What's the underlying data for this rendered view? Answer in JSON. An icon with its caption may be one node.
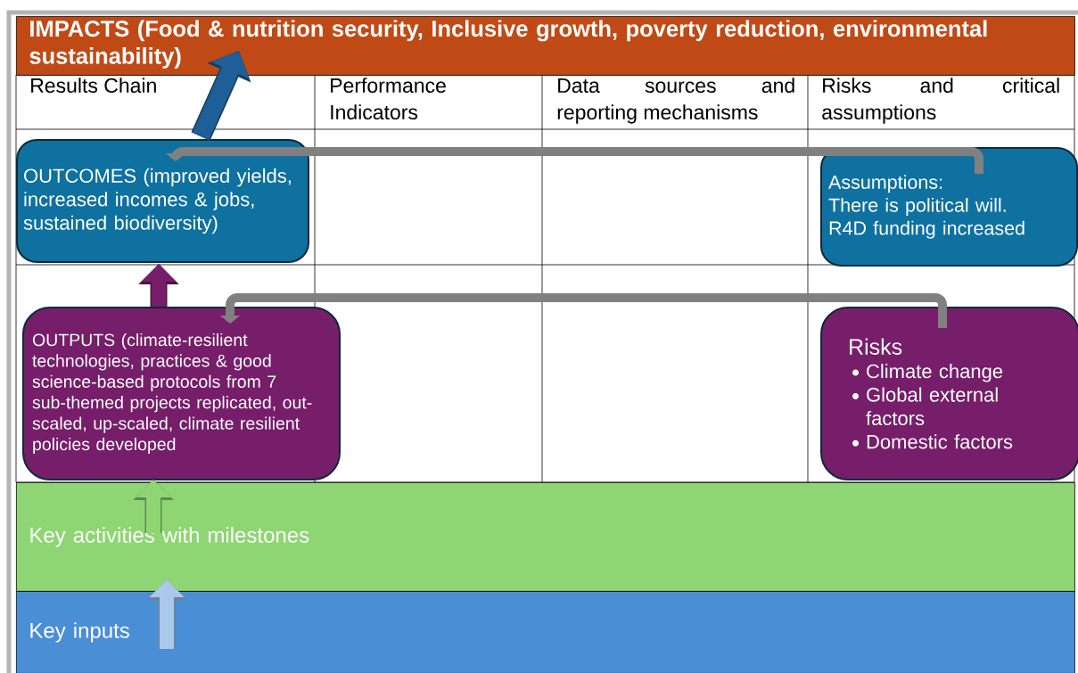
{
  "diagram": {
    "nodes": [
      {
        "text": [
          "IMPACTS (Food & nutrition security, Inclusive growth, poverty reduction, environmental sustainability)"
        ]
      },
      {
        "text": [
          "OUTCOMES (improved yields, increased incomes & jobs, sustained biodiversity)"
        ]
      },
      {
        "text": [
          "Assumptions:",
          "There is political will.",
          "R4D funding  increased"
        ]
      },
      {
        "text": [
          "OUTPUTS (climate-resilient technologies, practices & good science-based protocols from 7 sub-themed projects replicated, out-scaled, up-scaled, climate resilient policies developed"
        ]
      },
      {
        "text": [
          "Risks",
          "Climate change",
          "Global external factors",
          "Domestic factors"
        ]
      },
      {
        "text": [
          "Key activities with milestones"
        ]
      },
      {
        "text": [
          "Key inputs"
        ]
      }
    ],
    "edges": [
      {
        "from": 1,
        "to": 0,
        "arrow": "to",
        "color": "#1d5f96"
      },
      {
        "from": 3,
        "to": 1,
        "arrow": "to",
        "color": "#761e6a"
      },
      {
        "from": 5,
        "to": 3,
        "arrow": "to",
        "color": "#8ed673"
      },
      {
        "from": 6,
        "to": 5,
        "arrow": "to",
        "color": "#a9c8ec"
      },
      {
        "from": 2,
        "to": 1,
        "arrow": "to",
        "color": "#808080"
      },
      {
        "from": 4,
        "to": 3,
        "arrow": "to",
        "color": "#808080"
      }
    ],
    "labels": [
      "Results Chain",
      "Performance Indicators",
      "Data sources and reporting mechanisms",
      "Risks and critical assumptions"
    ]
  }
}
